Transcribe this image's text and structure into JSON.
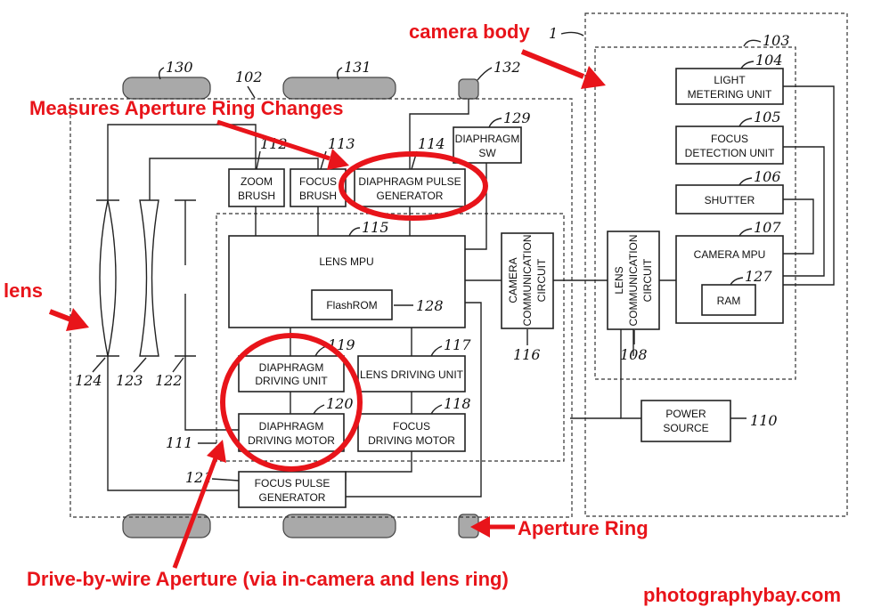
{
  "annotations": {
    "camera_body": "camera body",
    "measures": "Measures Aperture Ring Changes",
    "lens": "lens",
    "aperture_ring": "Aperture Ring",
    "drive_by_wire": "Drive-by-wire Aperture (via in-camera and lens ring)",
    "watermark": "photographybay.com"
  },
  "blocks": {
    "zoom_brush": [
      "ZOOM",
      "BRUSH"
    ],
    "focus_brush": [
      "FOCUS",
      "BRUSH"
    ],
    "diaphragm_pulse_gen": [
      "DIAPHRAGM PULSE",
      "GENERATOR"
    ],
    "diaphragm_sw": [
      "DIAPHRAGM",
      "SW"
    ],
    "lens_mpu": [
      "LENS MPU"
    ],
    "flashrom": [
      "FlashROM"
    ],
    "camera_comm": [
      "CAMERA",
      "COMMUNICATION",
      "CIRCUIT"
    ],
    "lens_comm": [
      "LENS",
      "COMMUNICATION",
      "CIRCUIT"
    ],
    "diaphragm_driving_unit": [
      "DIAPHRAGM",
      "DRIVING UNIT"
    ],
    "lens_driving_unit": [
      "LENS DRIVING UNIT"
    ],
    "diaphragm_driving_motor": [
      "DIAPHRAGM",
      "DRIVING MOTOR"
    ],
    "focus_driving_motor": [
      "FOCUS",
      "DRIVING MOTOR"
    ],
    "focus_pulse_gen": [
      "FOCUS PULSE",
      "GENERATOR"
    ],
    "light_metering": [
      "LIGHT",
      "METERING UNIT"
    ],
    "focus_detection": [
      "FOCUS",
      "DETECTION UNIT"
    ],
    "shutter": [
      "SHUTTER"
    ],
    "camera_mpu": [
      "CAMERA MPU"
    ],
    "ram": [
      "RAM"
    ],
    "power_source": [
      "POWER",
      "SOURCE"
    ]
  },
  "refs": {
    "r1": "1",
    "r102": "102",
    "r103": "103",
    "r104": "104",
    "r105": "105",
    "r106": "106",
    "r107": "107",
    "r108": "108",
    "r110": "110",
    "r111": "111",
    "r112": "112",
    "r113": "113",
    "r114": "114",
    "r115": "115",
    "r116": "116",
    "r117": "117",
    "r118": "118",
    "r119": "119",
    "r120": "120",
    "r121": "121",
    "r122": "122",
    "r123": "123",
    "r124": "124",
    "r127": "127",
    "r128": "128",
    "r129": "129",
    "r130": "130",
    "r131": "131",
    "r132": "132"
  },
  "colors": {
    "annotation": "#e8141a",
    "ring": "#a9a9a9",
    "line": "#222222"
  }
}
